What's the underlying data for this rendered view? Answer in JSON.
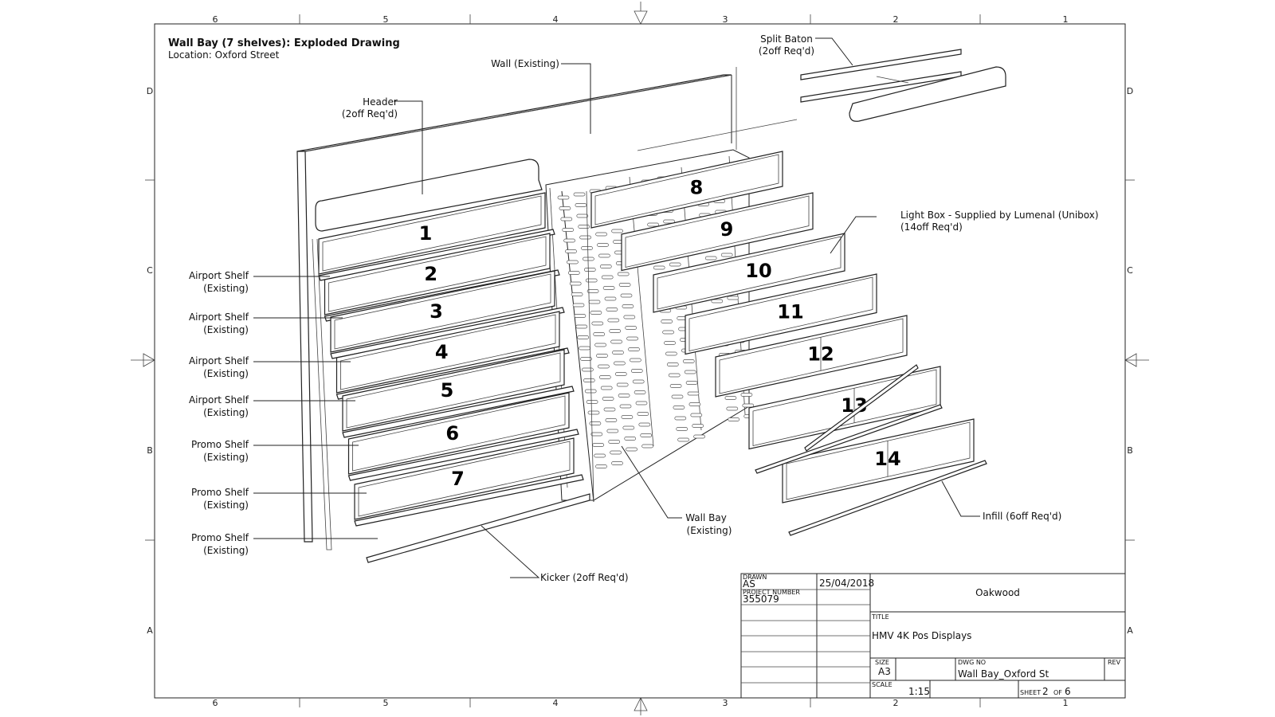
{
  "drawing": {
    "title": "Wall Bay (7 shelves): Exploded Drawing",
    "location": "Location: Oxford Street"
  },
  "grid": {
    "columns": [
      "6",
      "5",
      "4",
      "3",
      "2",
      "1"
    ],
    "rows": [
      "D",
      "C",
      "B",
      "A"
    ]
  },
  "labels": {
    "split_baton": [
      "Split Baton",
      "(2off Req'd)"
    ],
    "wall": [
      "Wall (Existing)"
    ],
    "header": [
      "Header",
      "(2off Req'd)"
    ],
    "light_box": [
      "Light Box - Supplied by Lumenal (Unibox)",
      "(14off Req'd)"
    ],
    "airport_shelf_1": [
      "Airport Shelf",
      "(Existing)"
    ],
    "airport_shelf_2": [
      "Airport Shelf",
      "(Existing)"
    ],
    "airport_shelf_3": [
      "Airport Shelf",
      "(Existing)"
    ],
    "airport_shelf_4": [
      "Airport Shelf",
      "(Existing)"
    ],
    "promo_shelf_1": [
      "Promo Shelf",
      "(Existing)"
    ],
    "promo_shelf_2": [
      "Promo Shelf",
      "(Existing)"
    ],
    "promo_shelf_3": [
      "Promo Shelf",
      "(Existing)"
    ],
    "wall_bay": [
      "Wall Bay",
      "(Existing)"
    ],
    "infill": [
      "Infill (6off Req'd)"
    ],
    "kicker": [
      "Kicker (2off Req'd)"
    ]
  },
  "panel_numbers": [
    "1",
    "2",
    "3",
    "4",
    "5",
    "6",
    "7",
    "8",
    "9",
    "10",
    "11",
    "12",
    "13",
    "14"
  ],
  "title_block": {
    "drawn_label": "DRAWN",
    "drawn_value": "AS",
    "date": "25/04/2018",
    "project_number_label": "PROJECT NUMBER",
    "project_number": "355079",
    "company": "Oakwood",
    "title_label": "TITLE",
    "title": "HMV 4K Pos Displays",
    "size_label": "SIZE",
    "size": "A3",
    "dwg_no_label": "DWG NO",
    "dwg_no": "Wall Bay_Oxford St",
    "rev_label": "REV",
    "scale_label": "SCALE",
    "scale": "1:15",
    "sheet_label": "SHEET",
    "sheet": "2",
    "of_label": "OF",
    "sheet_total": "6"
  }
}
